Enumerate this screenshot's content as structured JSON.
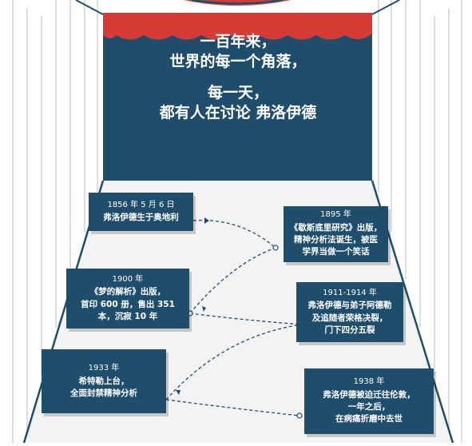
{
  "headline": {
    "line1": "一百年来，",
    "line2": "世界的每一个角落，",
    "line3": "每一天，",
    "line4": "都有人在讨论 弗洛伊德"
  },
  "events": [
    {
      "date": "1856 年 5 月 6 日",
      "lines": [
        "弗洛伊德生于奥地利"
      ]
    },
    {
      "date": "1895 年",
      "lines": [
        "《歇斯底里研究》出版，",
        "精神分析法诞生，被医",
        "学界当做一个笑话"
      ]
    },
    {
      "date": "1900 年",
      "lines": [
        "《梦的解析》出版，",
        "首印 600 册，售出 351",
        "本，沉寂 10 年"
      ]
    },
    {
      "date": "1911-1914 年",
      "lines": [
        "弗洛伊德与弟子阿德勒",
        "及追随者荣格决裂，",
        "门下四分五裂"
      ]
    },
    {
      "date": "1933 年",
      "lines": [
        "希特勒上台，",
        "全面封禁精神分析"
      ]
    },
    {
      "date": "1938 年",
      "lines": [
        "弗洛伊德被迫迁往伦敦，",
        "一年之后，",
        "在病痛折磨中去世"
      ]
    }
  ],
  "colors": {
    "navy": "#1e4e6c",
    "curtain_red": "#d63b35",
    "floor": "#f3f3f3",
    "stripe": "#c9cdd4"
  }
}
